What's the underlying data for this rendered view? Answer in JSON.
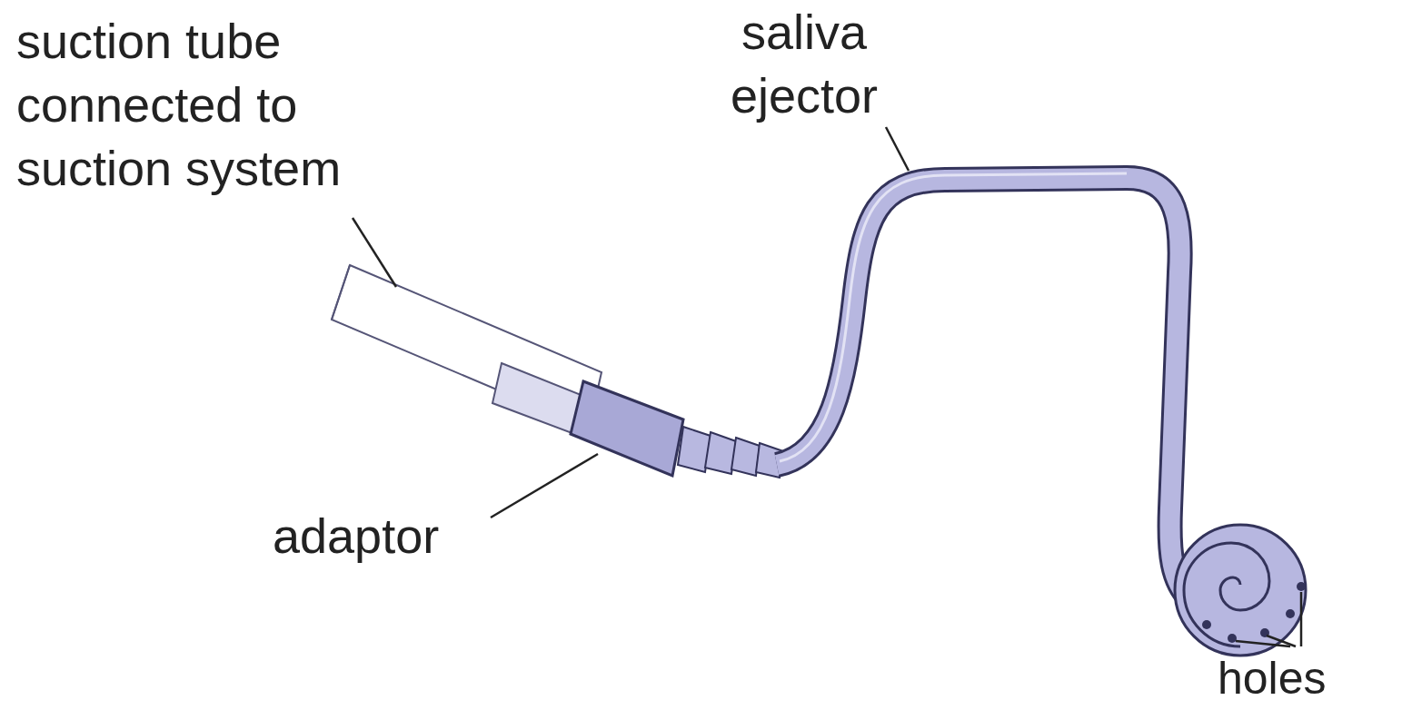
{
  "diagram": {
    "labels": [
      "suction tube connected to suction system",
      "saliva ejector",
      "adaptor",
      "holes"
    ]
  }
}
